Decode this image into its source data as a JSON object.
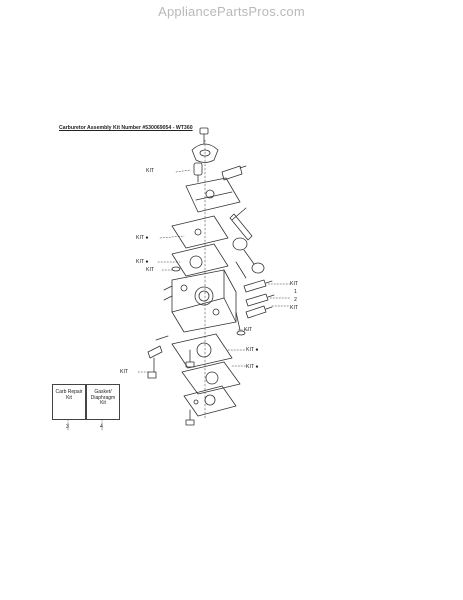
{
  "watermark": "AppliancePartsPros.com",
  "diagram": {
    "title": "Carburetor Assembly Kit Number #530069054 - WT360",
    "callouts": {
      "kit_1": "KIT",
      "kit_2": "KIT ●",
      "kit_3": "KIT ●",
      "kit_4": "KIT",
      "kit_5": "KIT",
      "num_1": "1",
      "num_2": "2",
      "kit_6": "KIT",
      "kit_7": "KIT",
      "kit_8": "KIT ●",
      "kit_9": "KIT ●",
      "kit_10": "KIT"
    },
    "kits": [
      {
        "label": "Carb Repair Kit",
        "number": "3"
      },
      {
        "label": "Gasket/ Diaphragm Kit",
        "number": "4"
      }
    ]
  },
  "colors": {
    "line": "#333333",
    "watermark": "#b9b9b9"
  }
}
